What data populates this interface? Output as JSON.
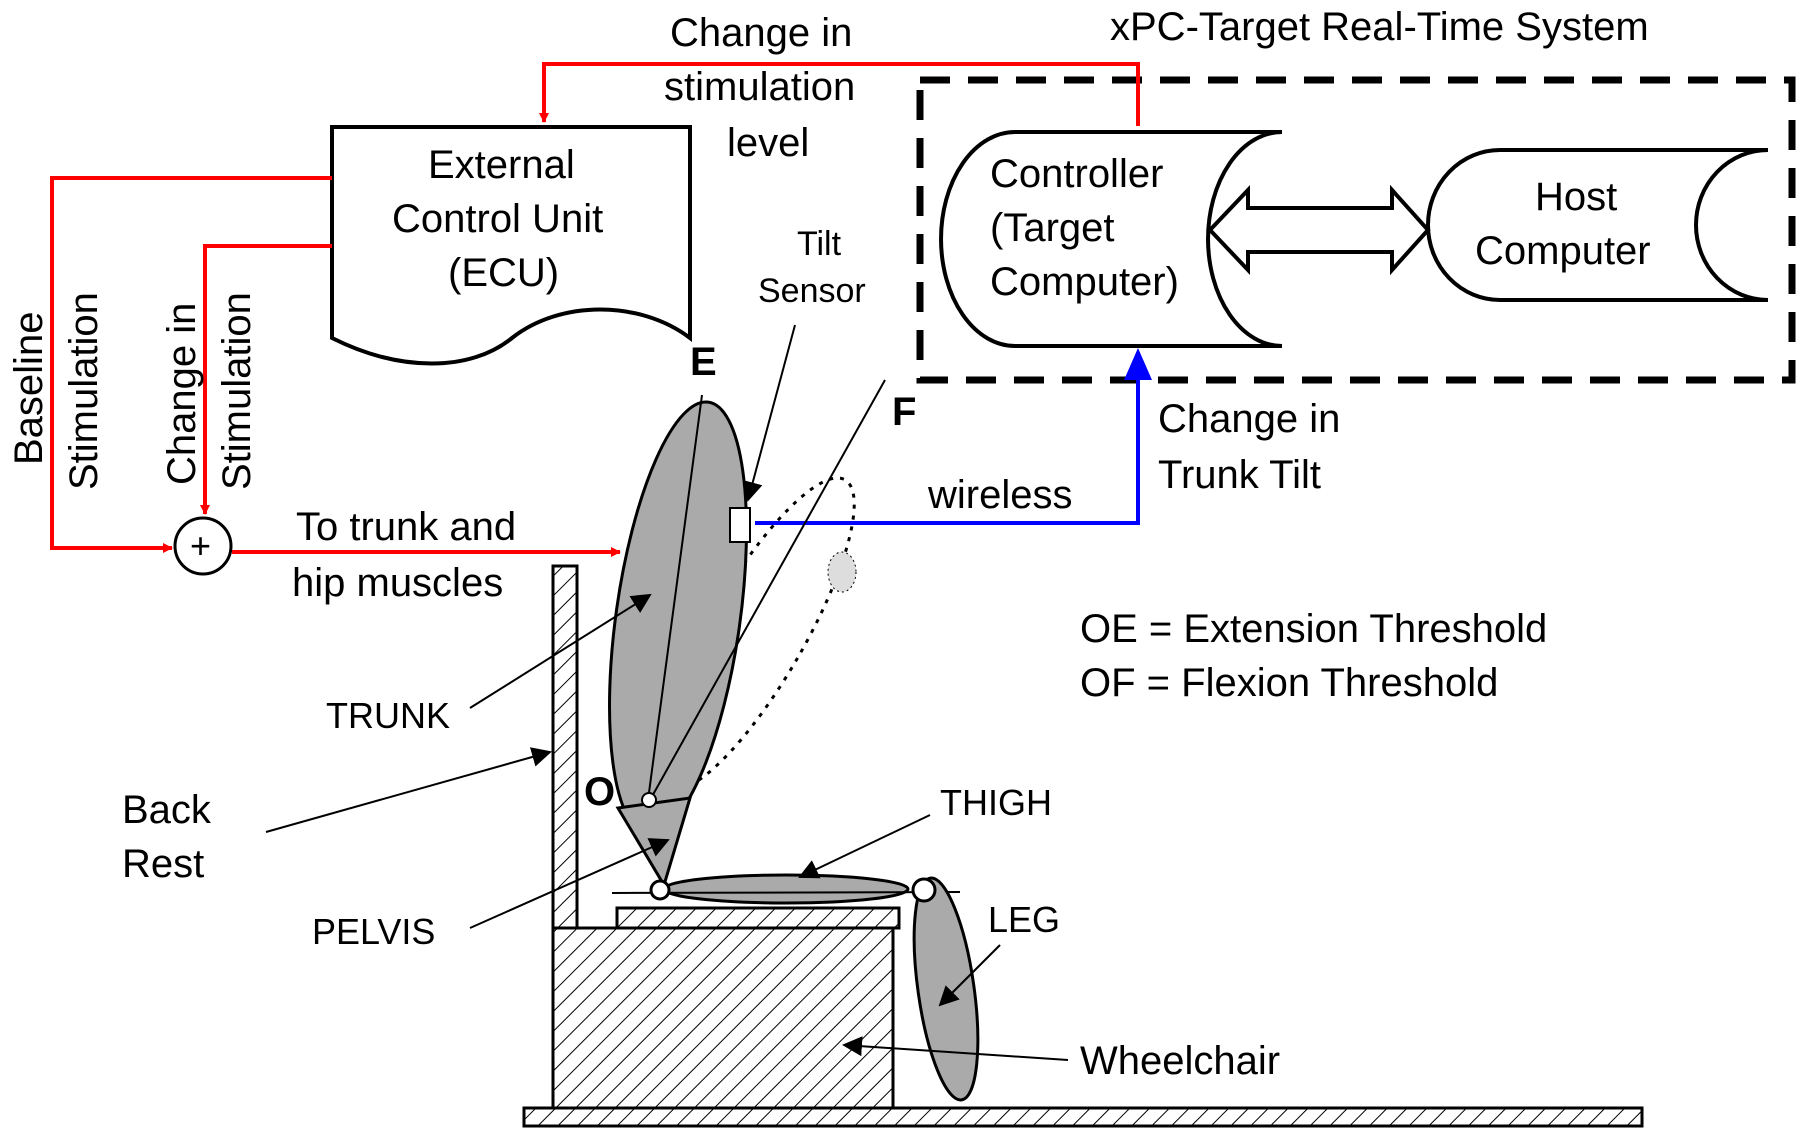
{
  "diagram": {
    "system_title": "xPC-Target Real-Time System",
    "top_arrow_label": [
      "Change in",
      "stimulation",
      "level"
    ],
    "ecu_label": [
      "External",
      "Control Unit",
      "(ECU)"
    ],
    "controller_label": [
      "Controller",
      "(Target",
      "Computer)"
    ],
    "host_label": [
      "Host",
      "Computer"
    ],
    "tilt_sensor_label": [
      "Tilt",
      "Sensor"
    ],
    "baseline_label": [
      "Baseline",
      "Stimulation"
    ],
    "change_stim_label": [
      "Change in",
      "Stimulation"
    ],
    "sum_symbol": "+",
    "muscles_label": [
      "To trunk and",
      "hip muscles"
    ],
    "wireless_label": "wireless",
    "trunk_tilt_label": [
      "Change in",
      "Trunk Tilt"
    ],
    "point_e": "E",
    "point_f": "F",
    "point_o": "O",
    "legend": [
      "OE = Extension Threshold",
      "OF = Flexion Threshold"
    ],
    "parts": {
      "trunk": "TRUNK",
      "back_rest": [
        "Back",
        "Rest"
      ],
      "pelvis": "PELVIS",
      "thigh": "THIGH",
      "leg": "LEG",
      "wheelchair": "Wheelchair"
    },
    "colors": {
      "stimulation_path": "#ff0000",
      "sensor_path": "#0000ff",
      "body_fill": "#aaaaaa",
      "outline": "#000000"
    }
  }
}
